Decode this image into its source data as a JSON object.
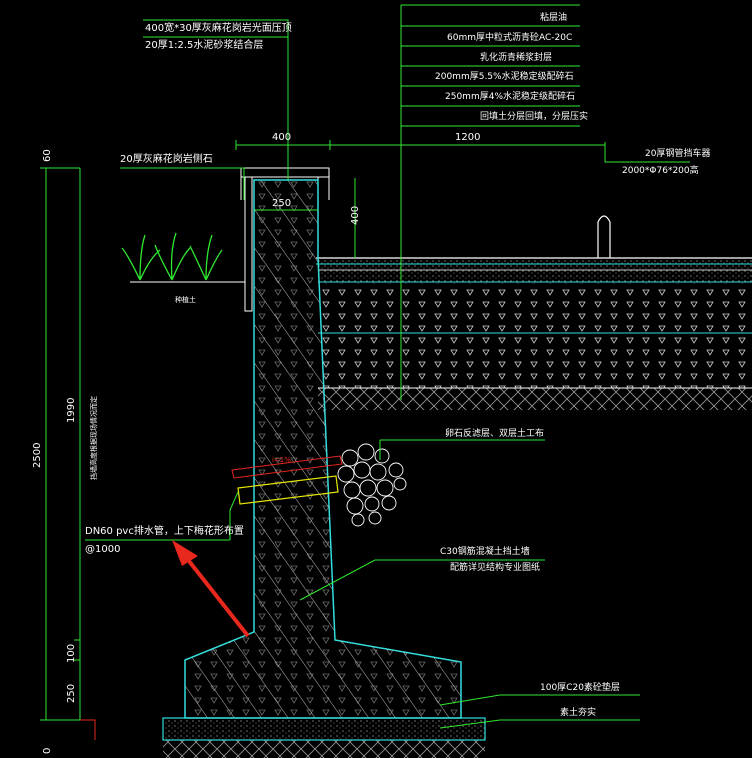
{
  "layers": {
    "top_callouts": [
      "粘层油",
      "60mm厚中粒式沥青砼AC-20C",
      "乳化沥青稀浆封层",
      "200mm厚5.5%水泥稳定级配碎石",
      "250mm厚4%水泥稳定级配碎石",
      "回填土分层回填，分层压实"
    ]
  },
  "notes": {
    "cap_top": "400宽*30厚灰麻花岗岩光面压顶",
    "cap_mortar": "20厚1:2.5水泥砂浆结合层",
    "side_stone": "20厚灰麻花岗岩侧石",
    "guard_1": "20厚钢管挡车器",
    "guard_2": "2000*Φ76*200高",
    "planting_soil": "种植土",
    "filter": "卵石反滤层、双层土工布",
    "drain_pipe": "DN60 pvc排水管，上下梅花形布置",
    "drain_spacing": "@1000",
    "wall_1": "C30钢筋混凝土挡土墙",
    "wall_2": "配筋详见结构专业图纸",
    "cushion": "100厚C20素砼垫层",
    "subgrade": "素土夯实",
    "vertical_note": "挡墙高度根据现场情况而定",
    "pipe_small": "i=1%"
  },
  "dims": {
    "d400_top": "400",
    "d1200": "1200",
    "d250_top": "250",
    "d400_right": "400",
    "left_total": "2500",
    "left_60": "60",
    "left_1990": "1990",
    "left_100": "100",
    "left_250": "250",
    "left_0": "0"
  },
  "colors": {
    "leader": "#2fe82f",
    "outline": "#33dddd",
    "pipe": "#e6e600",
    "arrow": "#e8271d",
    "text": "#ffffff"
  }
}
